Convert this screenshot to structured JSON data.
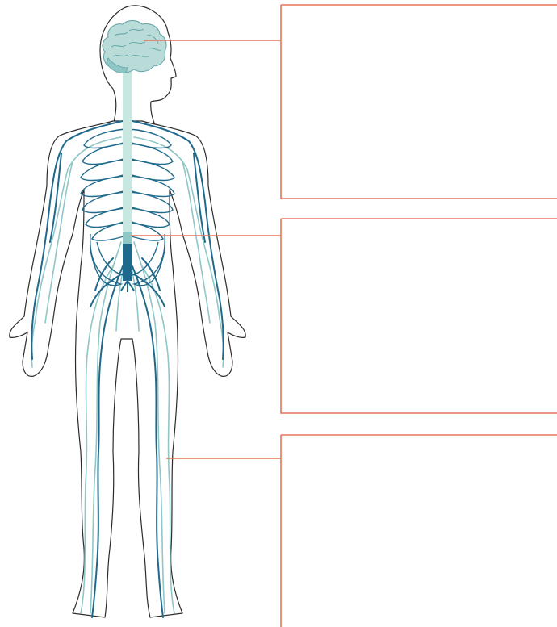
{
  "diagram": {
    "colors": {
      "outline": "#2b2b2b",
      "nerve_dark": "#1f6a8c",
      "nerve_light": "#8fc7c6",
      "spine_light": "#c9e7e1",
      "brain_fill": "#b9dcd8",
      "leader": "#e8735a",
      "background": "#ffffff"
    },
    "label_boxes": [
      {
        "id": "brain",
        "text": ""
      },
      {
        "id": "spinal-cord",
        "text": ""
      },
      {
        "id": "nerves",
        "text": ""
      }
    ]
  }
}
